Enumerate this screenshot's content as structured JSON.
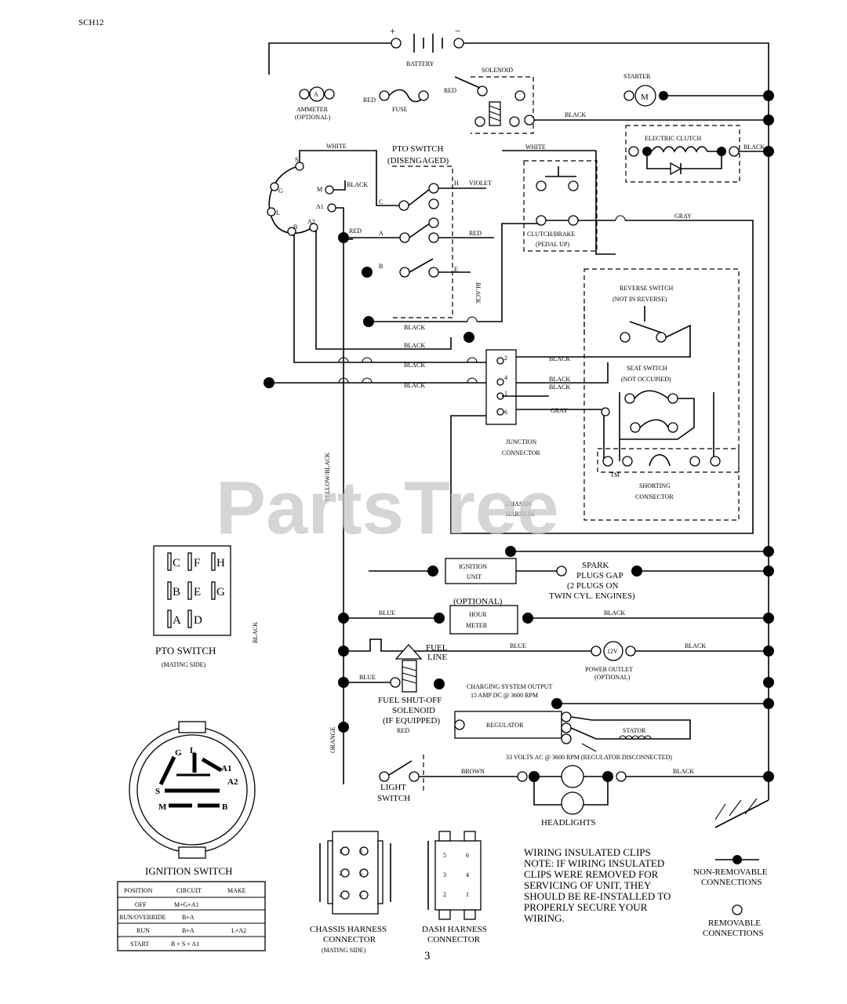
{
  "page": {
    "code": "SCH12",
    "page_number": "3",
    "watermark": "PartsTree",
    "watermark_tm": "TM"
  },
  "battery": {
    "label": "BATTERY",
    "plus": "+",
    "minus": "−"
  },
  "solenoid": {
    "label": "SOLENOID"
  },
  "starter": {
    "label": "STARTER",
    "symbol": "M"
  },
  "ammeter": {
    "label": "AMMETER",
    "sub": "(OPTIONAL)",
    "symbol": "A"
  },
  "fuse": {
    "label": "FUSE"
  },
  "electric_clutch": {
    "label": "ELECTRIC CLUTCH"
  },
  "pto_switch": {
    "label": "PTO SWITCH",
    "sub": "(DISENGAGED)",
    "contacts": [
      "C",
      "H",
      "A",
      "B",
      "E"
    ],
    "mating_label": "PTO SWITCH",
    "mating_sub": "(MATING SIDE)",
    "pins": [
      "C",
      "F",
      "H",
      "B",
      "E",
      "G",
      "A",
      "D"
    ]
  },
  "ignition_connector_pins": [
    "S",
    "M",
    "A1",
    "A2",
    "G",
    "L",
    "B"
  ],
  "clutch_brake": {
    "label": "CLUTCH/BRAKE",
    "sub": "(PEDAL UP)"
  },
  "reverse_switch": {
    "label": "REVERSE SWITCH",
    "sub": "(NOT IN REVERSE)"
  },
  "seat_switch": {
    "label": "SEAT SWITCH",
    "sub": "(NOT OCCUPIED)"
  },
  "shorting_connector": {
    "label": "SHORTING",
    "label2": "CONNECTOR"
  },
  "junction_connector": {
    "label": "JUNCTION",
    "label2": "CONNECTOR",
    "pins": [
      "2",
      "4",
      "1",
      "6"
    ]
  },
  "chassis_harness": {
    "label": "CHASSIS",
    "label2": "HARNESS"
  },
  "ignition_unit": {
    "label": "IGNITION",
    "label2": "UNIT"
  },
  "spark_plugs": {
    "label": "SPARK",
    "label2": "PLUGS GAP",
    "label3": "(2 PLUGS ON",
    "label4": "TWIN CYL. ENGINES)"
  },
  "hour_meter": {
    "label": "HOUR",
    "label2": "METER",
    "optional": "(OPTIONAL)"
  },
  "fuel_line": {
    "label": "FUEL",
    "label2": "LINE"
  },
  "power_outlet": {
    "symbol": "12V",
    "label": "POWER OUTLET",
    "sub": "(OPTIONAL)"
  },
  "fuel_solenoid": {
    "label": "FUEL SHUT-OFF",
    "label2": "SOLENOID",
    "label3": "(IF EQUIPPED)"
  },
  "charging": {
    "line1": "CHARGING SYSTEM OUTPUT",
    "line2": "15 AMP DC @ 3600 RPM"
  },
  "regulator": {
    "label": "REGULATOR"
  },
  "stator": {
    "label": "STATOR"
  },
  "stator_note": "33 VOLTS AC @ 3600 RPM (REGULATOR DISCONNECTED)",
  "light_switch": {
    "label": "LIGHT",
    "label2": "SWITCH"
  },
  "headlights": {
    "label": "HEADLIGHTS"
  },
  "ignition_switch": {
    "label": "IGNITION SWITCH",
    "letters": [
      "G",
      "L",
      "A1",
      "A2",
      "S",
      "M",
      "B"
    ],
    "table_headers": [
      "POSITION",
      "CIRCUIT",
      "MAKE"
    ],
    "rows": [
      [
        "OFF",
        "M+G+A1",
        ""
      ],
      [
        "RUN/OVERRIDE",
        "B+A",
        ""
      ],
      [
        "RUN",
        "B+A",
        "L+A2"
      ],
      [
        "START",
        "B + S + A1",
        ""
      ]
    ]
  },
  "chassis_connector": {
    "label": "CHASSIS HARNESS",
    "label2": "CONNECTOR",
    "label3": "(MATING SIDE)",
    "pins": [
      "1",
      "3",
      "2",
      "5",
      "4",
      "6"
    ]
  },
  "dash_connector": {
    "label": "DASH HARNESS",
    "label2": "CONNECTOR",
    "pins": [
      "5",
      "6",
      "3",
      "4",
      "2",
      "1"
    ]
  },
  "clips_note": [
    "WIRING INSULATED CLIPS",
    "NOTE: IF WIRING INSULATED",
    "CLIPS WERE REMOVED FOR",
    "SERVICING OF UNIT, THEY",
    "SHOULD BE RE-INSTALLED TO",
    "PROPERLY SECURE YOUR",
    "WIRING."
  ],
  "legend": {
    "nonremovable": "NON-REMOVABLE",
    "nonremovable2": "CONNECTIONS",
    "removable": "REMOVABLE",
    "removable2": "CONNECTIONS"
  },
  "wire_colors": {
    "red": "RED",
    "black": "BLACK",
    "white": "WHITE",
    "gray": "GRAY",
    "blue": "BLUE",
    "brown": "BROWN",
    "orange": "ORANGE",
    "violet": "VIOLET",
    "yellow_black": "YELLOW/BLACK"
  }
}
